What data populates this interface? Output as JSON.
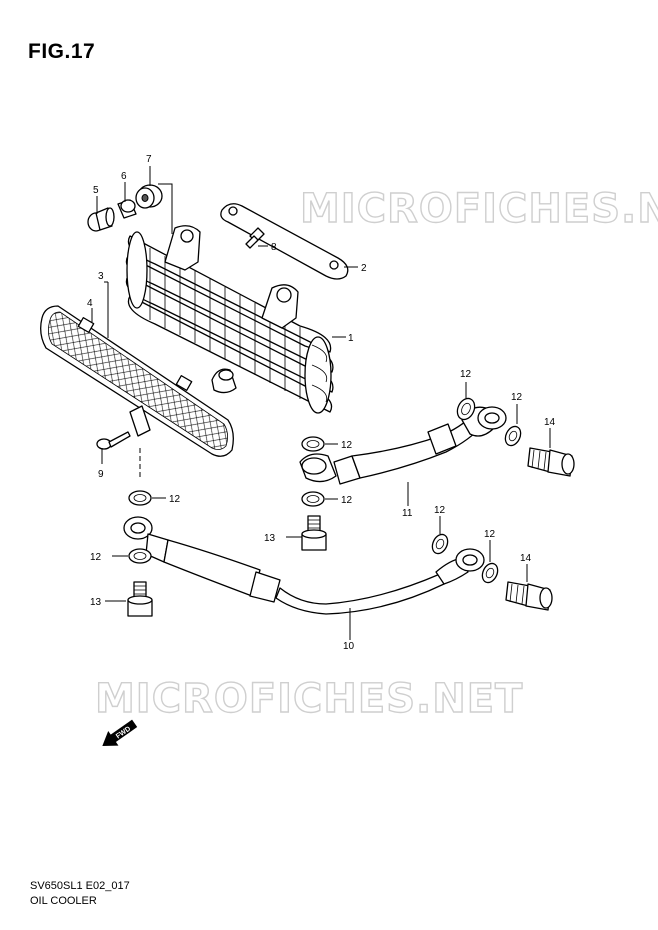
{
  "figure": {
    "title": "FIG.17"
  },
  "watermark": {
    "text": "MICROFICHES.NET"
  },
  "direction_badge": {
    "text": "FWD"
  },
  "footer": {
    "code": "SV650SL1 E02_017",
    "name": "OIL COOLER"
  },
  "callouts": [
    {
      "id": "c1",
      "label": "1"
    },
    {
      "id": "c2",
      "label": "2"
    },
    {
      "id": "c3",
      "label": "3"
    },
    {
      "id": "c4",
      "label": "4"
    },
    {
      "id": "c5",
      "label": "5"
    },
    {
      "id": "c6",
      "label": "6"
    },
    {
      "id": "c7",
      "label": "7"
    },
    {
      "id": "c8",
      "label": "8"
    },
    {
      "id": "c9",
      "label": "9"
    },
    {
      "id": "c10",
      "label": "10"
    },
    {
      "id": "c11",
      "label": "11"
    },
    {
      "id": "c12a",
      "label": "12"
    },
    {
      "id": "c12b",
      "label": "12"
    },
    {
      "id": "c12c",
      "label": "12"
    },
    {
      "id": "c12d",
      "label": "12"
    },
    {
      "id": "c12e",
      "label": "12"
    },
    {
      "id": "c12f",
      "label": "12"
    },
    {
      "id": "c12g",
      "label": "12"
    },
    {
      "id": "c12h",
      "label": "12"
    },
    {
      "id": "c13a",
      "label": "13"
    },
    {
      "id": "c13b",
      "label": "13"
    },
    {
      "id": "c14a",
      "label": "14"
    },
    {
      "id": "c14b",
      "label": "14"
    }
  ]
}
